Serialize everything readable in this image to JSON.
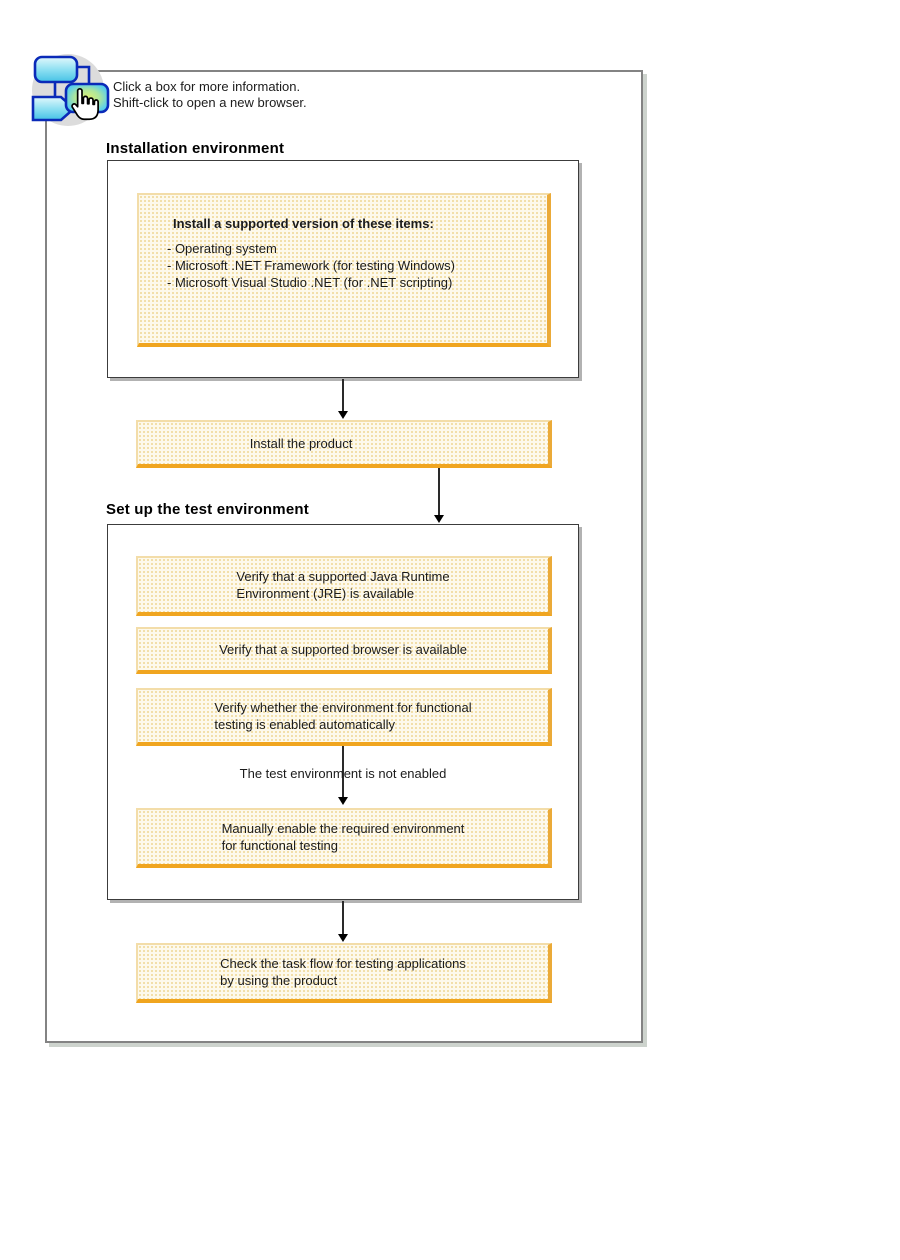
{
  "instructions": {
    "line1": "Click a box for more information.",
    "line2": "Shift-click to open a new browser."
  },
  "sections": {
    "installation": {
      "title": "Installation environment"
    },
    "setup": {
      "title": "Set up the test environment"
    }
  },
  "boxes": {
    "install_items": {
      "title": "Install a supported version of these items:",
      "items": [
        "- Operating system",
        "- Microsoft .NET Framework (for testing Windows)",
        "- Microsoft Visual Studio .NET (for .NET scripting)"
      ]
    },
    "install_product": {
      "label": "Install the product"
    },
    "verify_jre": {
      "line1": "Verify that a supported Java Runtime",
      "line2": "Environment (JRE) is available"
    },
    "verify_browser": {
      "label": "Verify that a supported browser is available"
    },
    "verify_env": {
      "line1": "Verify whether the environment for functional",
      "line2": "testing is enabled automatically"
    },
    "manual_enable": {
      "line1": "Manually enable the required environment",
      "line2": "for functional testing"
    },
    "check_taskflow": {
      "line1": "Check the task flow for testing applications",
      "line2": "by using the product"
    }
  },
  "labels": {
    "env_not_enabled": "The test environment is not enabled"
  },
  "icons": {
    "flow_hand": "taskflow-clickable-diagram-icon"
  },
  "colors": {
    "box_fill": "#FDF9EC",
    "box_border_light": "#F3DDA9",
    "box_border_orange": "#F0A51F",
    "panel_border": "#838383",
    "container_border": "#3C3C3C",
    "icon_blue_stroke": "#0A2AB8",
    "icon_cyan": "#7FDCF0",
    "icon_glow": "#DFF07A"
  }
}
